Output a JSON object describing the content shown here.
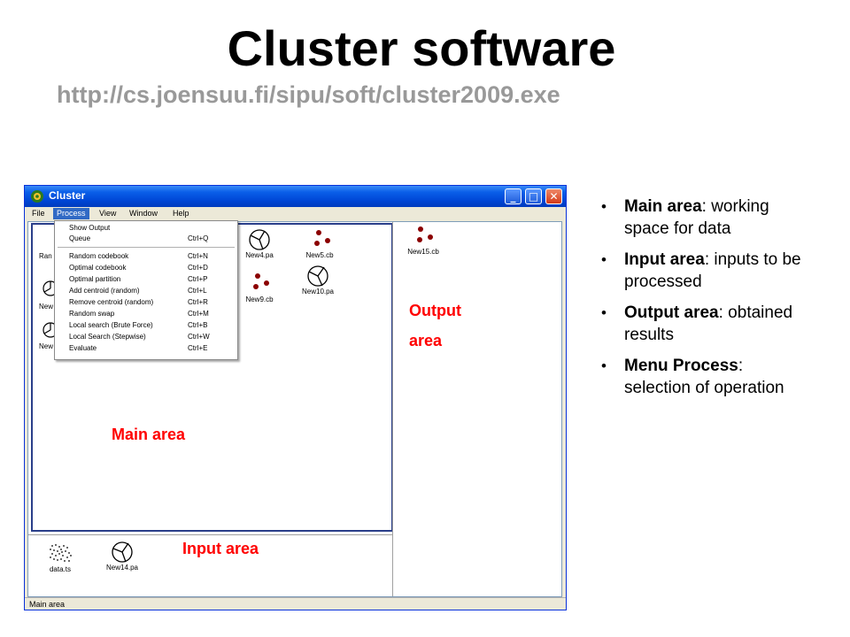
{
  "slide": {
    "title": "Cluster software",
    "url": "http://cs.joensuu.fi/sipu/soft/cluster2009.exe"
  },
  "window": {
    "title": "Cluster",
    "buttons": {
      "minimize": "_",
      "maximize": "□",
      "close": "✕"
    },
    "menu": [
      "File",
      "Process",
      "View",
      "Window",
      "Help"
    ],
    "status": "Main area"
  },
  "process_menu": {
    "items": [
      {
        "label": "Show Output",
        "shortcut": ""
      },
      {
        "label": "Queue",
        "shortcut": "Ctrl+Q"
      },
      {
        "label": "Random codebook",
        "shortcut": "Ctrl+N"
      },
      {
        "label": "Optimal codebook",
        "shortcut": "Ctrl+D"
      },
      {
        "label": "Optimal partition",
        "shortcut": "Ctrl+P"
      },
      {
        "label": "Add centroid (random)",
        "shortcut": "Ctrl+L"
      },
      {
        "label": "Remove centroid (random)",
        "shortcut": "Ctrl+R"
      },
      {
        "label": "Random swap",
        "shortcut": "Ctrl+M"
      },
      {
        "label": "Local search (Brute Force)",
        "shortcut": "Ctrl+B"
      },
      {
        "label": "Local Search (Stepwise)",
        "shortcut": "Ctrl+W"
      },
      {
        "label": "Evaluate",
        "shortcut": "Ctrl+E"
      }
    ]
  },
  "main_files": [
    {
      "name": "New4.pa",
      "icon": "partition-icon"
    },
    {
      "name": "New5.cb",
      "icon": "codebook-icon"
    },
    {
      "name": "New9.cb",
      "icon": "codebook-icon"
    },
    {
      "name": "New10.pa",
      "icon": "partition-icon"
    }
  ],
  "main_partial_labels": [
    "Ran",
    "New",
    "New"
  ],
  "output_files": [
    {
      "name": "New15.cb",
      "icon": "codebook-icon"
    }
  ],
  "input_files": [
    {
      "name": "data.ts",
      "icon": "dataset-icon"
    },
    {
      "name": "New14.pa",
      "icon": "partition-icon"
    }
  ],
  "annotations": {
    "main": "Main area",
    "input": "Input area",
    "output_line1": "Output",
    "output_line2": "area"
  },
  "bullets": [
    {
      "term": "Main area",
      "desc": ": working space for data"
    },
    {
      "term": "Input area",
      "desc": ": inputs to be processed"
    },
    {
      "term": "Output area",
      "desc": ": obtained results"
    },
    {
      "term": "Menu Process",
      "desc": ": selection of operation"
    }
  ],
  "colors": {
    "annotation": "#ff0000",
    "url": "#999999",
    "titlebar": "#0a5fe8",
    "menu_highlight": "#316ac5",
    "codebook_dot": "#8b0000"
  }
}
